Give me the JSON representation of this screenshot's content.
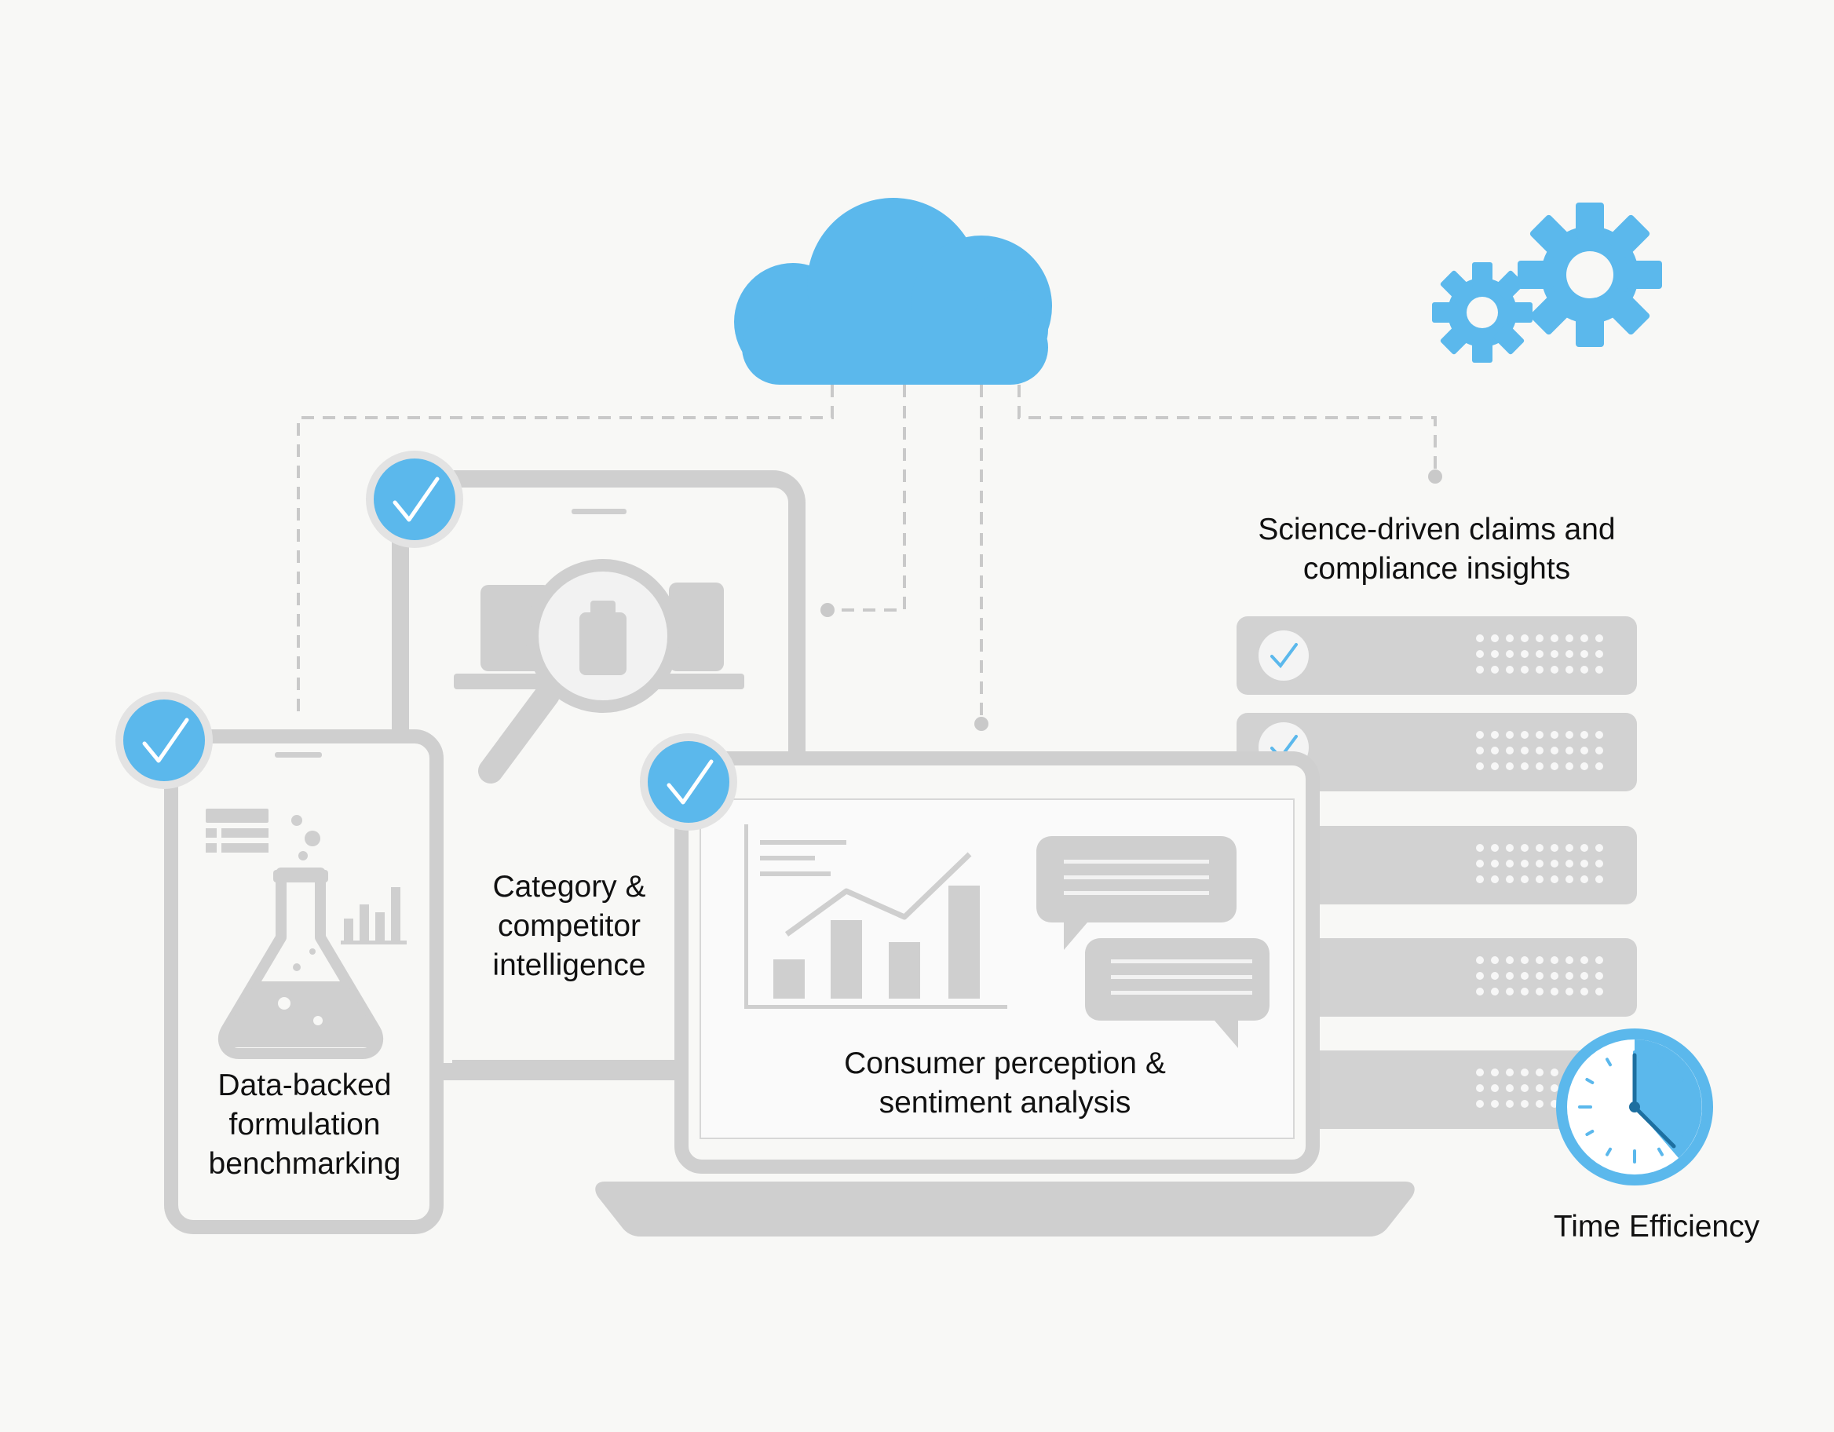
{
  "labels": {
    "claims": "Science-driven claims and\ncompliance insights",
    "category": "Category &\ncompetitor\nintelligence",
    "formulation": "Data-backed\nformulation\nbenchmarking",
    "consumer": "Consumer perception &\nsentiment analysis",
    "time": "Time Efficiency"
  },
  "icons": {
    "cloud": "cloud-icon",
    "gears": "gears-icon",
    "check": "checkmark-icon",
    "clock": "clock-icon",
    "magnifier": "magnifier-icon",
    "flask": "flask-icon",
    "chat": "chat-bubble-icon"
  },
  "colors": {
    "accent": "#5bb8ec",
    "device": "#cfcfcf",
    "device_dark": "#c4c4c4",
    "background": "#f8f8f6",
    "text": "#111111"
  }
}
